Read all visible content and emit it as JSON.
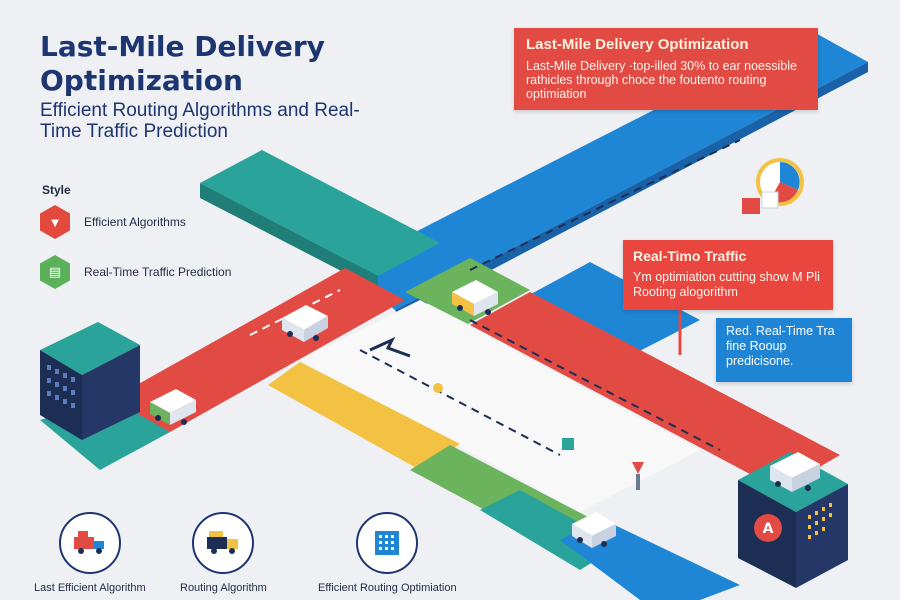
{
  "header": {
    "title": "Last-Mile Delivery Optimization",
    "subtitle": "Efficient Routing Algorithms and Real-Time Traffic Prediction"
  },
  "legend": {
    "title": "Style",
    "items": [
      {
        "label": "Efficient Algorithms",
        "color": "#e14a3c",
        "icon": "funnel-icon"
      },
      {
        "label": "Real-Time Traffic Prediction",
        "color": "#5bb05a",
        "icon": "chart-icon"
      }
    ]
  },
  "callouts": {
    "main": {
      "title": "Last-Mile Delivery Optimization",
      "body": "Last-Mile Delivery ·top-illed 30% to ear noessible rathicles through choce the foutento routing optimiation"
    },
    "traffic": {
      "title": "Real-Timo Traffic",
      "body": "Ym optimiation cutting show M Pli Rooting alogorithm"
    },
    "prediction": {
      "body": "Red. Real-Time Tra fine Rooup predicisone."
    }
  },
  "bottom_icons": [
    {
      "label": "Last Efficient Algorithm",
      "icon": "delivery-truck-icon"
    },
    {
      "label": "Routing Algorithm",
      "icon": "cargo-truck-icon"
    },
    {
      "label": "Efficient Routing Optimiation",
      "icon": "city-building-icon"
    }
  ],
  "colors": {
    "teal": "#2aa39a",
    "blue": "#1e86d6",
    "red": "#e24a44",
    "green": "#6cb35e",
    "yellow": "#f4c243",
    "navy": "#1d2e55"
  }
}
